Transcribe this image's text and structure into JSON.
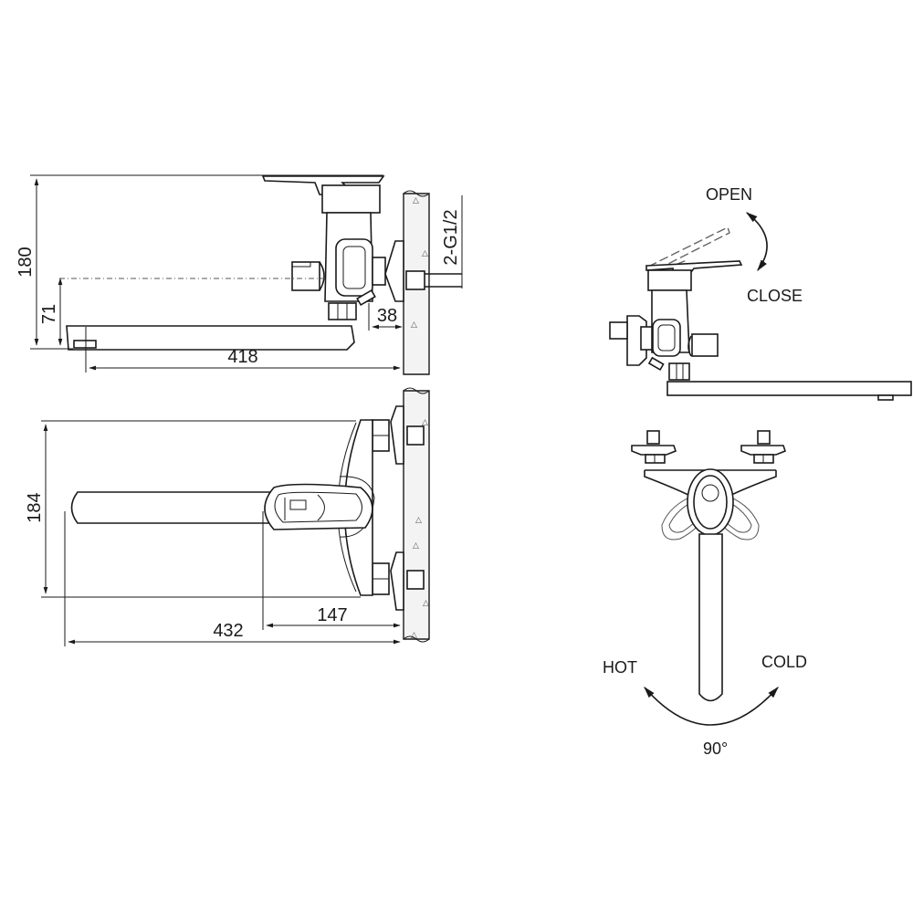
{
  "drawing": {
    "subject": "Wall-mounted single-lever bath/shower mixer faucet with long swivel spout",
    "views": {
      "side_view": {
        "dimensions": {
          "total_height": "180",
          "spout_height": "71",
          "projection_length": "418",
          "inlet_offset": "38",
          "inlet_thread": "2-G1/2"
        }
      },
      "top_view": {
        "dimensions": {
          "width": "184",
          "total_length": "432",
          "lever_projection": "147"
        }
      },
      "lever_operation": {
        "open_label": "OPEN",
        "close_label": "CLOSE"
      },
      "temperature_operation": {
        "hot_label": "HOT",
        "cold_label": "COLD",
        "rotation_angle": "90°"
      }
    },
    "colors": {
      "line": "#1a1a1a",
      "background": "#ffffff",
      "wall_fill": "#f3f3f3"
    }
  }
}
